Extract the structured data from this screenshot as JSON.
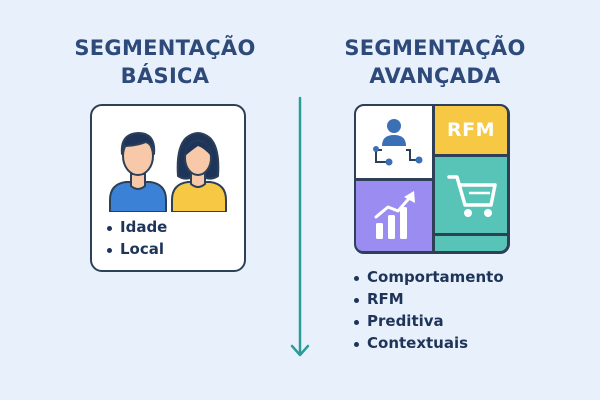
{
  "basic": {
    "title_line1": "SEGMENTAÇÃO",
    "title_line2": "BÁSICA",
    "items": [
      "Idade",
      "Local"
    ]
  },
  "advanced": {
    "title_line1": "SEGMENTAÇÃO",
    "title_line2": "AVANÇADA",
    "rfm_label": "RFM",
    "items": [
      "Comportamento",
      "RFM",
      "Preditiva",
      "Contextuais"
    ]
  },
  "colors": {
    "background": "#e8f1fb",
    "title": "#2d4a7a",
    "arrow": "#2a9d9a",
    "rfm_tile": "#f7c843",
    "cart_tile": "#58c4b8",
    "chart_tile": "#9a8cf0",
    "male_shirt": "#3b82d6",
    "female_shirt": "#f7c843"
  }
}
